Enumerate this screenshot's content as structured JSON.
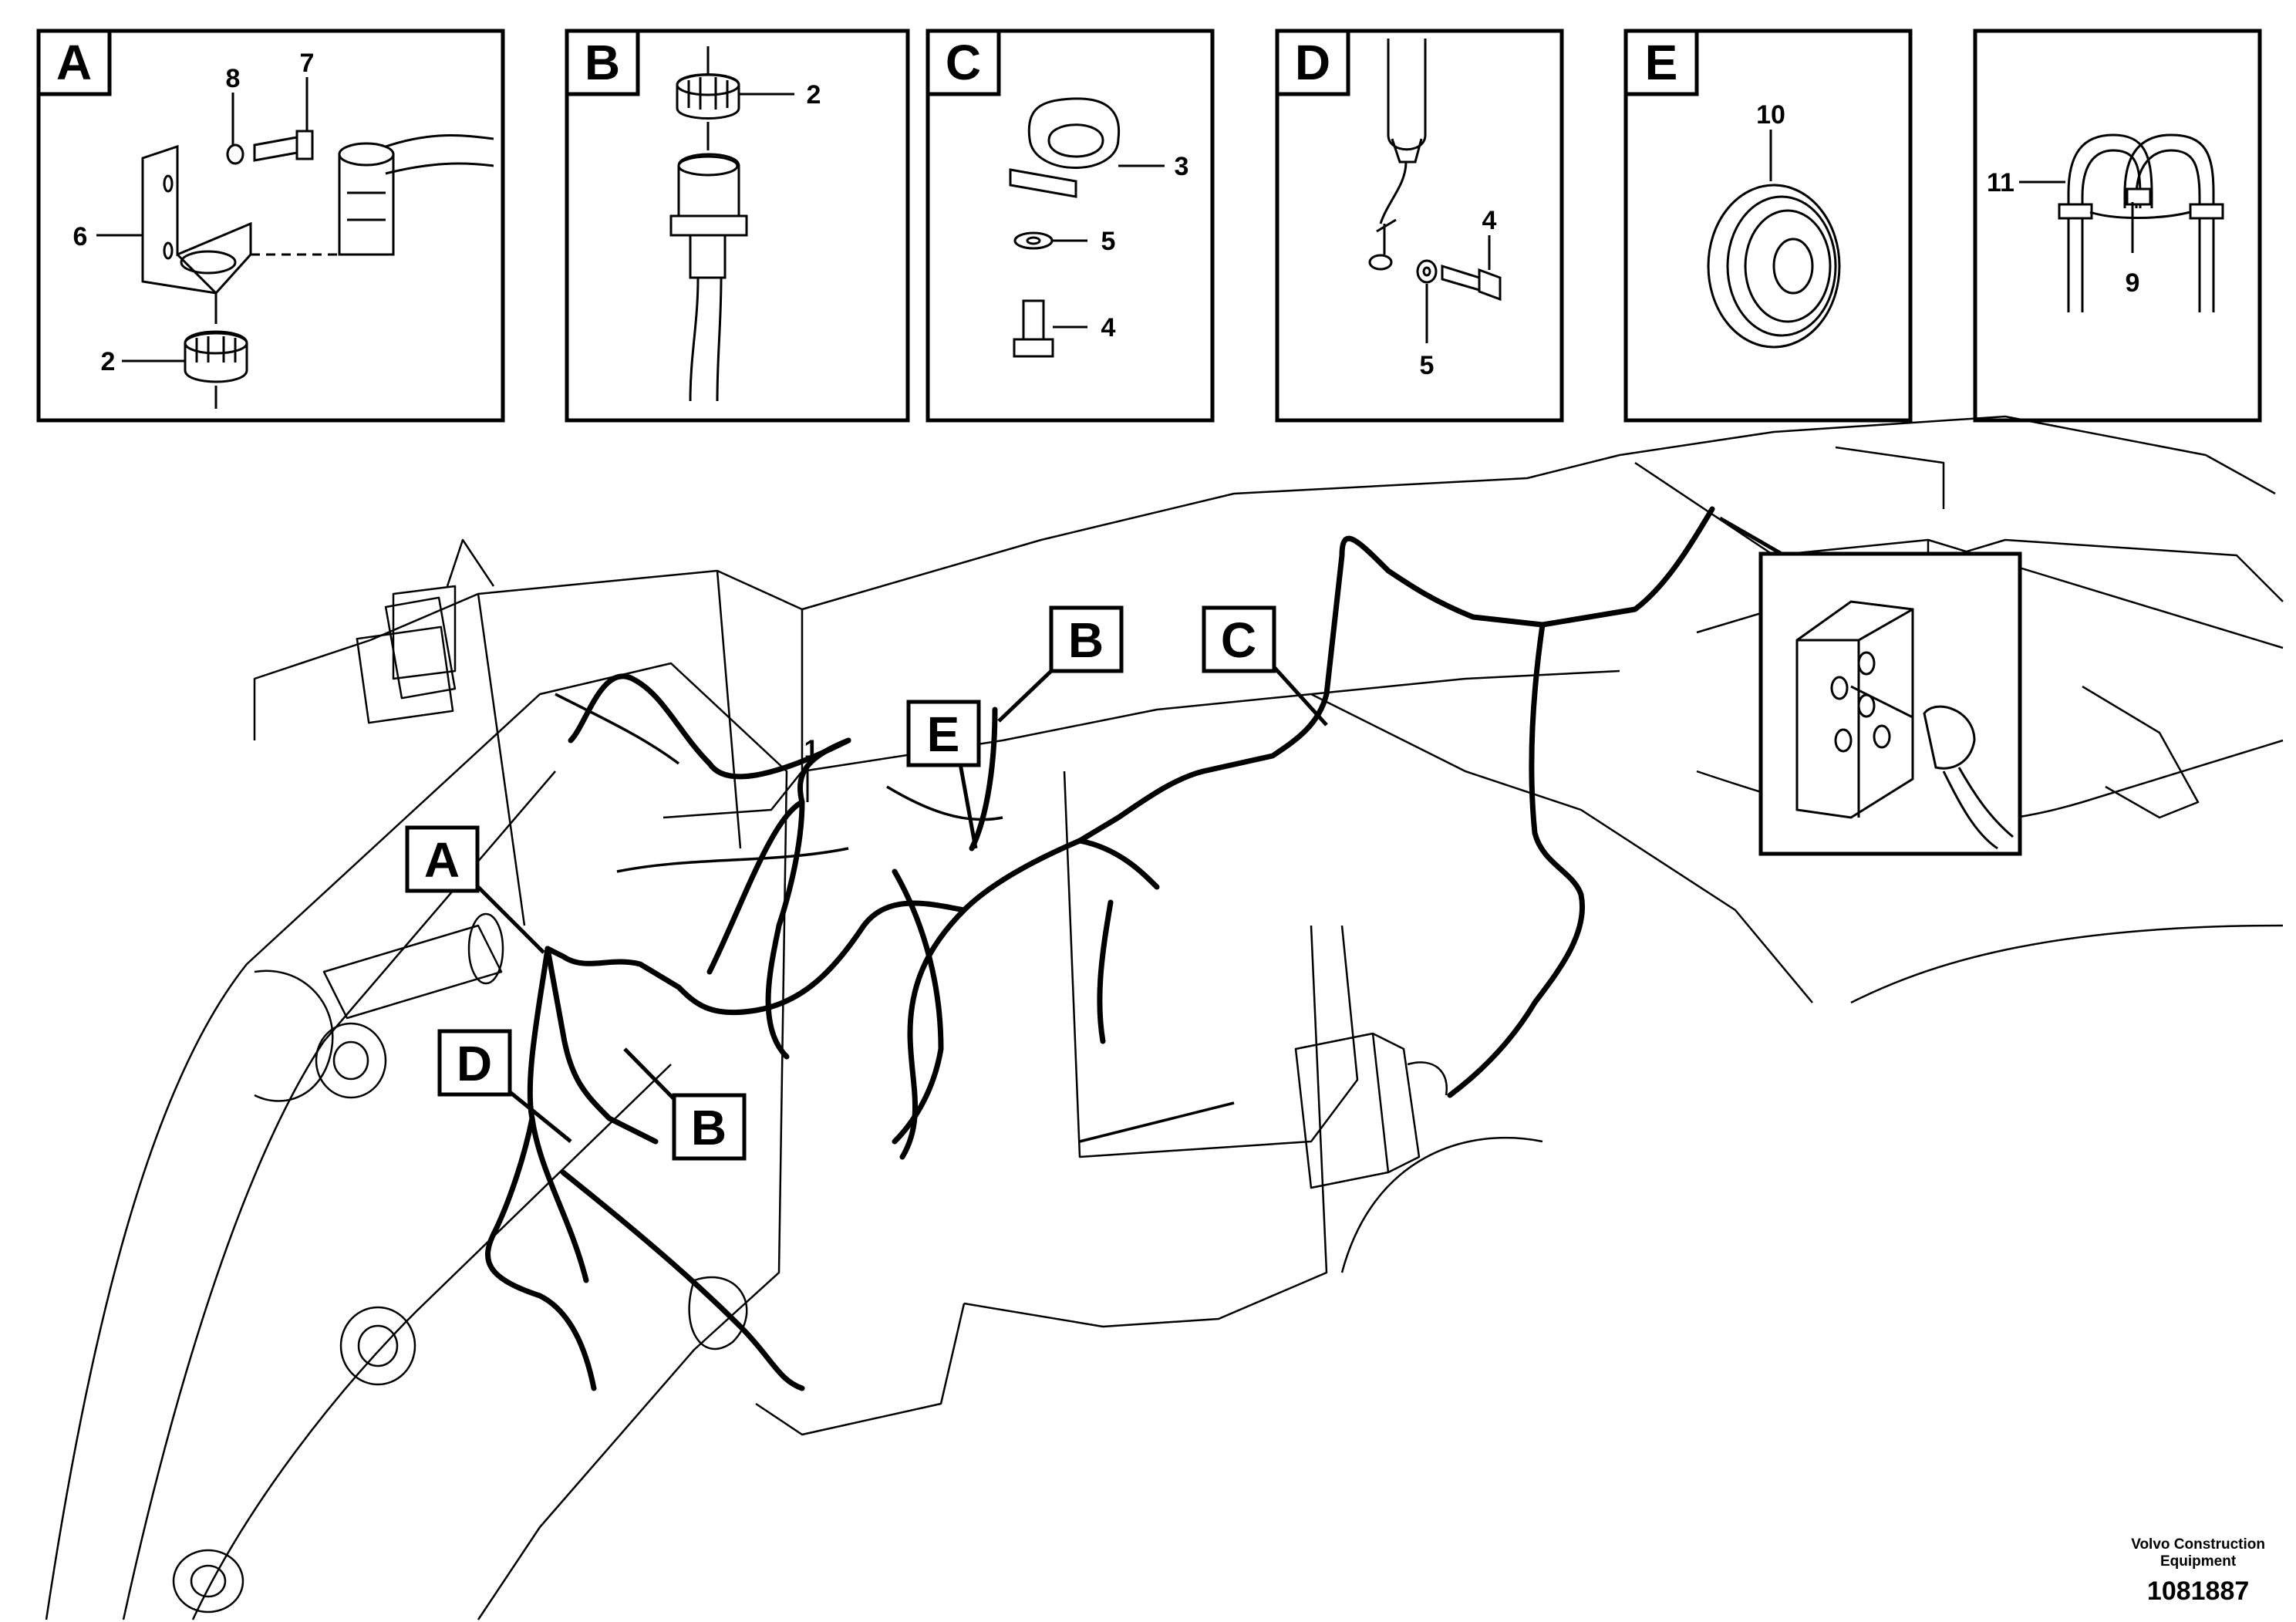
{
  "details": [
    {
      "letter": "A",
      "parts": [
        "8",
        "7",
        "6",
        "2"
      ]
    },
    {
      "letter": "B",
      "parts": [
        "2"
      ]
    },
    {
      "letter": "C",
      "parts": [
        "3",
        "5",
        "4"
      ]
    },
    {
      "letter": "D",
      "parts": [
        "4",
        "5"
      ]
    },
    {
      "letter": "E",
      "parts": [
        "10"
      ]
    },
    {
      "letter": "",
      "parts": [
        "11",
        "9"
      ]
    }
  ],
  "callouts": [
    "A",
    "B",
    "B",
    "C",
    "D",
    "E"
  ],
  "main_part_number": "1",
  "footer": {
    "brand_line1": "Volvo Construction",
    "brand_line2": "Equipment",
    "reference": "1081887"
  }
}
